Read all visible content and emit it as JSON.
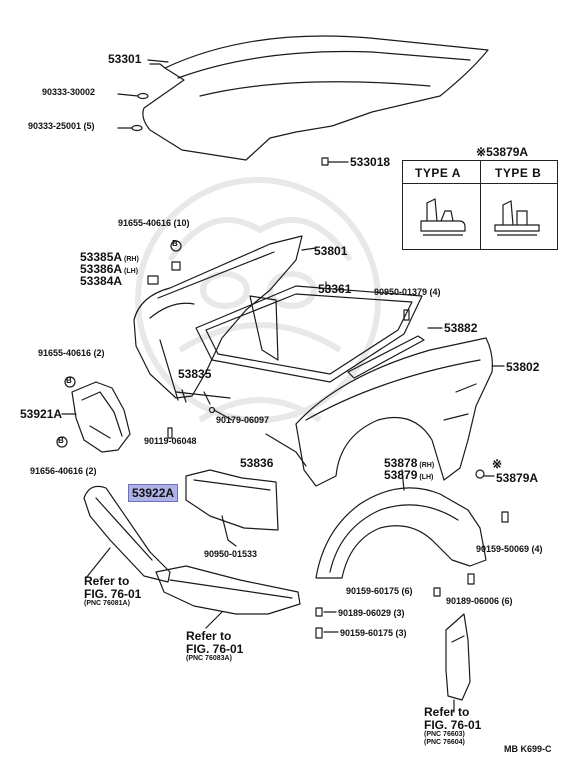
{
  "parts": {
    "hood": "53301",
    "hood_bolt": "90333-30002",
    "hood_bolt2": "90333-25001 (5)",
    "hood_clip": "533018",
    "fender_rh_bolt": "91655-40616 (10)",
    "fender_rh": "53801",
    "bracket_rh_code": "53385A",
    "bracket_rh_suffix": "(RH)",
    "bracket_lh_code": "53386A",
    "bracket_lh_suffix": "(LH)",
    "bracket_pad": "53384A",
    "apron_seal": "53361",
    "clip_bolt": "90950-01379 (4)",
    "seal_strip": "53882",
    "fender_lh": "53802",
    "bolt_2": "91655-40616 (2)",
    "brace": "53835",
    "bracket_fender": "53921A",
    "clip_90179": "90179-06097",
    "screw_90119": "90119-06048",
    "rod": "53836",
    "liner_rh_code": "53878",
    "liner_rh_suffix": "(RH)",
    "liner_lh_code": "53879",
    "liner_lh_suffix": "(LH)",
    "clip_53879a": "53879A",
    "bolt_91656": "91656-40616 (2)",
    "highlighted_part": "53922A",
    "clip_90950": "90950-01533",
    "screw_90159_b": "90159-50069 (4)",
    "screw_90159_6": "90159-60175 (6)",
    "clip_90189_3": "90189-06029 (3)",
    "clip_90189_6": "90189-06006 (6)",
    "screw_90159_3": "90159-60175 (3)"
  },
  "type_box": {
    "header": "53879A",
    "type_a": "TYPE  A",
    "type_b": "TYPE  B"
  },
  "refs": [
    {
      "line1": "Refer to",
      "line2": "FIG. 76-01",
      "line3": "(PNC 76081A)"
    },
    {
      "line1": "Refer to",
      "line2": "FIG. 76-01",
      "line3": "(PNC 76083A)"
    },
    {
      "line1": "Refer to",
      "line2": "FIG. 76-01",
      "line3": "(PNC 76603)",
      "line4": "(PNC 76604)"
    }
  ],
  "footer_code": "MB   K699-C",
  "marker_symbol": "B",
  "asterisk": "※",
  "colors": {
    "highlight": "#aeb2e6",
    "line": "#1a1a1a",
    "watermark": "#e6e6e6"
  }
}
